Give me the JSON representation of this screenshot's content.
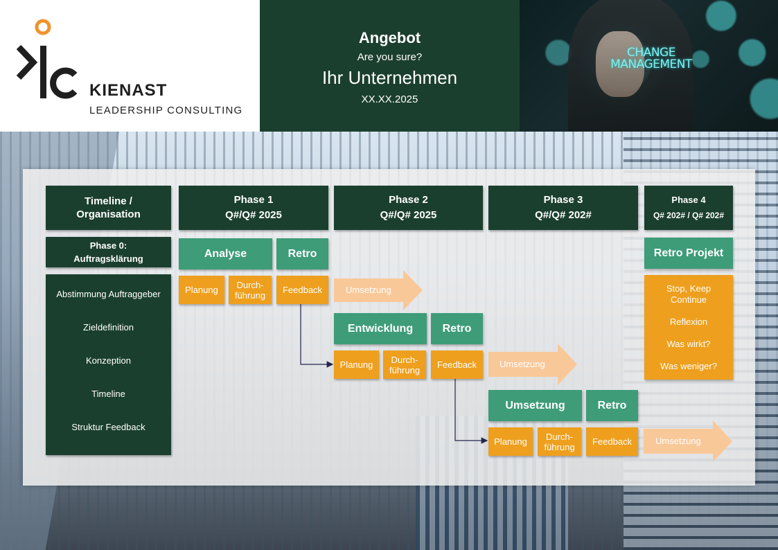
{
  "brand": {
    "name": "KIENAST",
    "tagline": "LEADERSHIP CONSULTING",
    "colors": {
      "dark_green": "#1b3f2e",
      "mid_green": "#3e9c79",
      "orange": "#ee9f1d",
      "light_orange": "#f9c898",
      "logo_orange": "#f0922b"
    }
  },
  "header": {
    "title": "Angebot",
    "subtitle": "Are you sure?",
    "company": "Ihr Unternehmen",
    "date": "XX.XX.2025",
    "photo_caption": "CHANGE MANAGEMENT"
  },
  "columns": {
    "timeline": "Timeline / Organisation",
    "phase1": {
      "name": "Phase 1",
      "period": "Q#/Q# 2025"
    },
    "phase2": {
      "name": "Phase 2",
      "period": "Q#/Q# 2025"
    },
    "phase3": {
      "name": "Phase 3",
      "period": "Q#/Q# 202#"
    },
    "phase4": {
      "name": "Phase 4",
      "period": "Q# 202# / Q# 202#"
    }
  },
  "phase0": {
    "title": "Phase 0:",
    "subtitle": "Auftragsklärung",
    "items": [
      "Abstimmung Auftraggeber",
      "Zieldefinition",
      "Konzeption",
      "Timeline",
      "Struktur Feedback"
    ]
  },
  "phase1": {
    "stage": "Analyse",
    "retro": "Retro",
    "steps": [
      "Planung",
      "Durch-\nführung",
      "Feedback"
    ],
    "arrow": "Umsetzung"
  },
  "phase2": {
    "stage": "Entwicklung",
    "retro": "Retro",
    "steps": [
      "Planung",
      "Durch-\nführung",
      "Feedback"
    ],
    "arrow": "Umsetzung"
  },
  "phase3": {
    "stage": "Umsetzung",
    "retro": "Retro",
    "steps": [
      "Planung",
      "Durch-\nführung",
      "Feedback"
    ],
    "arrow": "Umsetzung"
  },
  "phase4": {
    "stage": "Retro Projekt",
    "items": [
      "Stop, Keep\nContinue",
      "Reflexion",
      "Was wirkt?",
      "Was weniger?"
    ]
  }
}
